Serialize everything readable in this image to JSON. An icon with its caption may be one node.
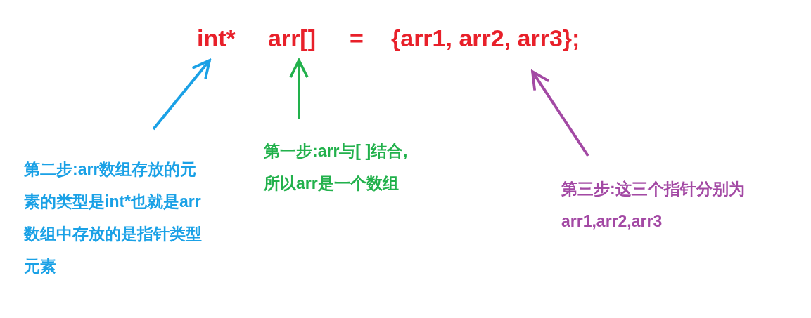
{
  "diagram": {
    "nodes": [
      {
        "text": [
          "int*"
        ]
      },
      {
        "text": [
          "arr[]"
        ]
      },
      {
        "text": [
          "{arr1, arr2, arr3};"
        ]
      },
      {
        "text": [
          "第二步:arr数组存放的元素的类型是int*也就是arr数组中存放的是指针类型元素"
        ]
      },
      {
        "text": [
          "第一步:arr与[ ]结合,所以arr是一个数组"
        ]
      },
      {
        "text": [
          "第三步:这三个指针分别为arr1,arr2,arr3"
        ]
      }
    ],
    "edges": [
      {
        "from": 3,
        "to": 0,
        "arrow": "to",
        "color": "#1aa1e6"
      },
      {
        "from": 4,
        "to": 1,
        "arrow": "to",
        "color": "#22b14c"
      },
      {
        "from": 5,
        "to": 2,
        "arrow": "to",
        "color": "#a349a4"
      }
    ],
    "labels": [
      "="
    ]
  }
}
